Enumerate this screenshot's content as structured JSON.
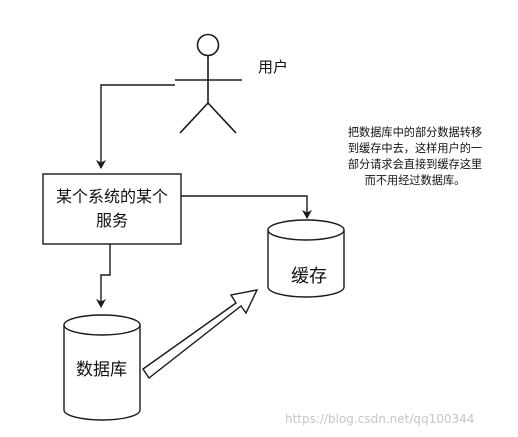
{
  "colors": {
    "stroke": "#1a1a1a",
    "fill": "#ffffff",
    "watermark": "#c6c6c6"
  },
  "diagram": {
    "user": {
      "label": "用户"
    },
    "service_box": {
      "line1": "某个系统的某个",
      "line2": "服务"
    },
    "cache": {
      "label": "缓存"
    },
    "database": {
      "label": "数据库"
    },
    "note": {
      "lines": [
        "把数据库中的部分数据转移",
        "到缓存中去，这样用户的一",
        "部分请求会直接到缓存这里",
        "而不用经过数据库。"
      ]
    },
    "watermark": "https://blog.csdn.net/qq100344"
  }
}
